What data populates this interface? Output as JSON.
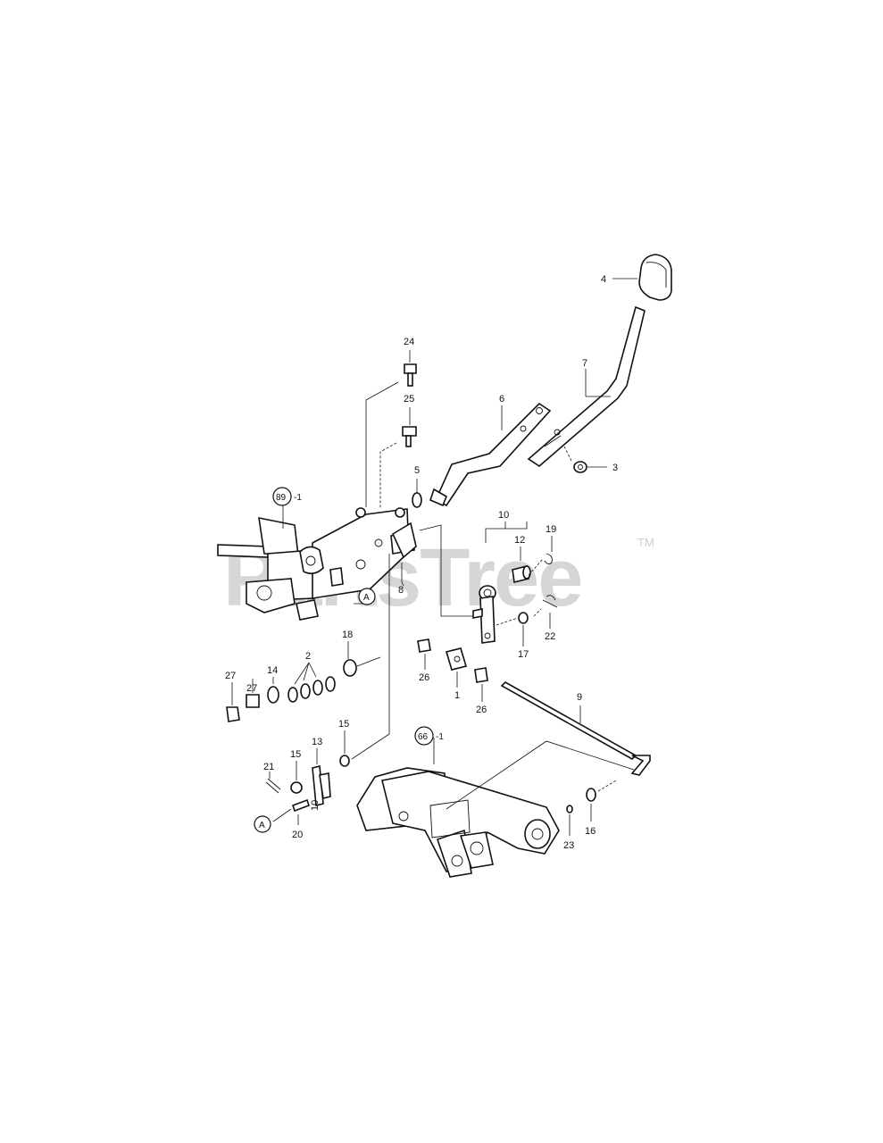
{
  "diagram": {
    "watermark": "PartsTree",
    "trademark": "TM",
    "labels": {
      "p1": "1",
      "p2": "2",
      "p3": "3",
      "p4": "4",
      "p5": "5",
      "p6": "6",
      "p7": "7",
      "p8": "8",
      "p9": "9",
      "p10": "10",
      "p12": "12",
      "p13": "13",
      "p14": "14",
      "p15a": "15",
      "p15b": "15",
      "p16": "16",
      "p17": "17",
      "p18": "18",
      "p19": "19",
      "p20": "20",
      "p21": "21",
      "p22": "22",
      "p23": "23",
      "p24": "24",
      "p25": "25",
      "p26a": "26",
      "p26b": "26",
      "p27a": "27",
      "p27b": "27",
      "ref89": "89",
      "ref89suffix": "-1",
      "ref66": "66",
      "ref66suffix": "-1",
      "markerA1": "A",
      "markerA2": "A"
    }
  }
}
